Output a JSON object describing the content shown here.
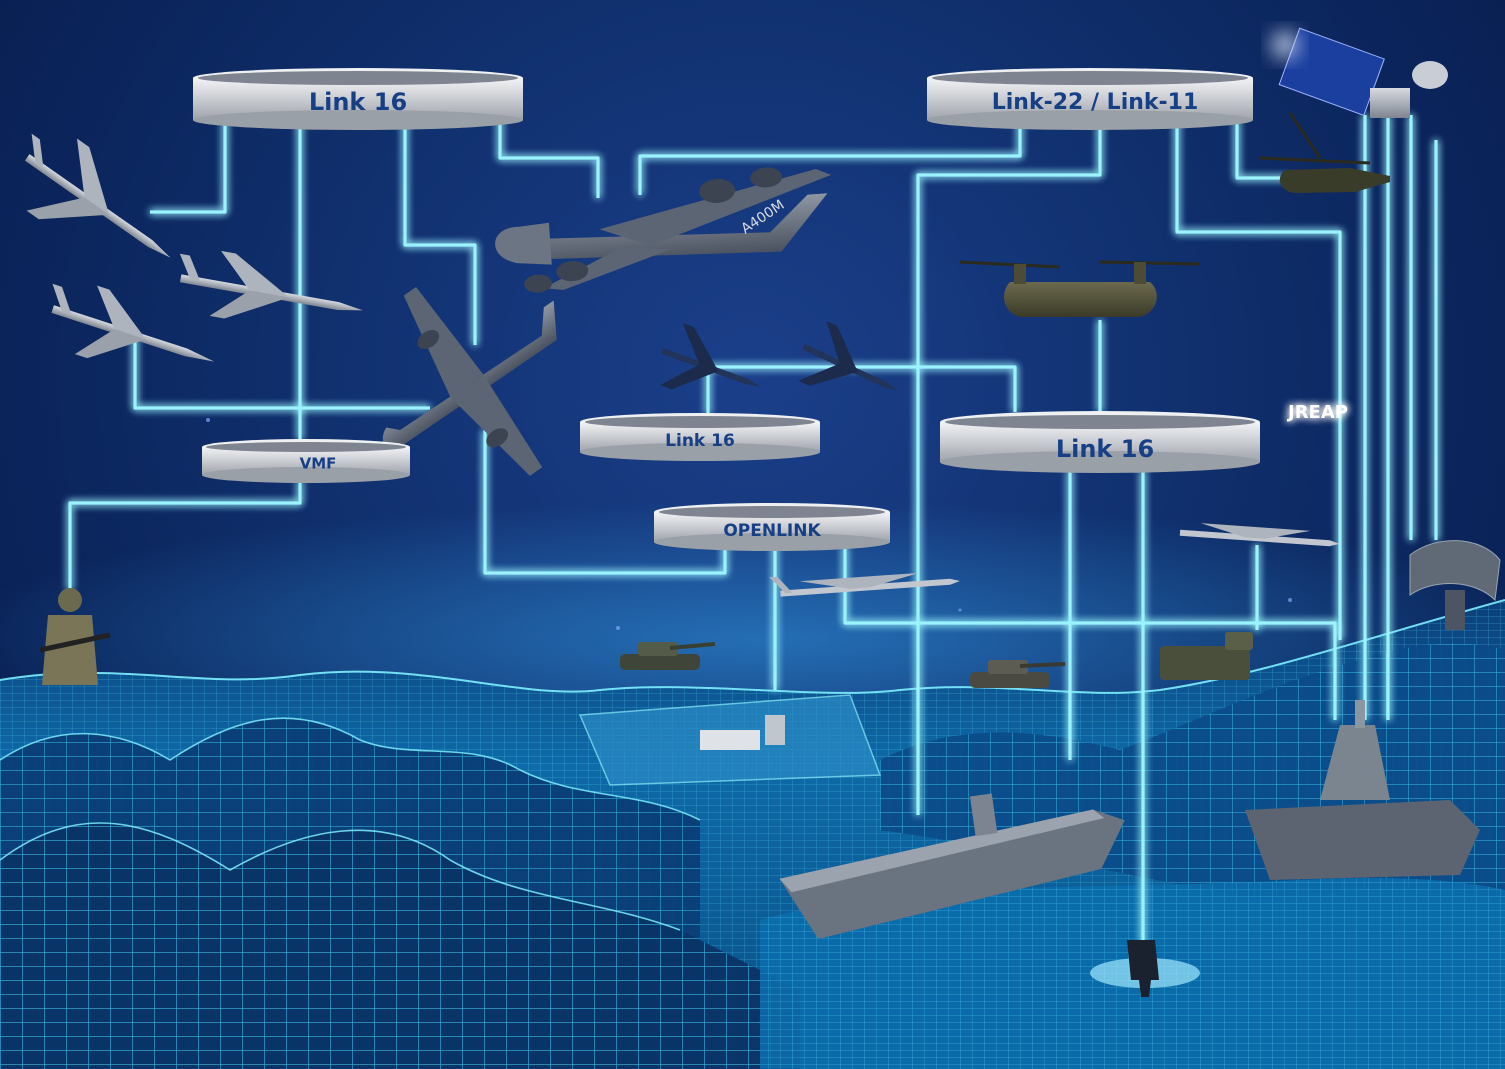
{
  "nodes": {
    "link16_top": "Link 16",
    "link22_link11": "Link-22 / Link-11",
    "vmf": "VMF",
    "link16_center": "Link 16",
    "link16_right": "Link 16",
    "openlink": "OPENLINK",
    "jreap": "JREAP"
  },
  "aircraft_tail_marking": "A400M",
  "colors": {
    "background": "#0b2a66",
    "link_line": "#8ff0ff",
    "link_glow": "#21c8ff",
    "ring_fill": "#cfd2d6",
    "label_text": "#173f86",
    "terrain_grid": "#2ed1ff",
    "ocean": "#0fa7d8"
  },
  "icons": [
    "fighter-jet-icon",
    "a400m-transport-icon",
    "helicopter-icon",
    "chinook-helicopter-icon",
    "satellite-icon",
    "drone-icon",
    "soldier-icon",
    "tank-icon",
    "radar-icon",
    "aircraft-carrier-icon",
    "destroyer-ship-icon",
    "submarine-icon",
    "air-base-icon"
  ]
}
